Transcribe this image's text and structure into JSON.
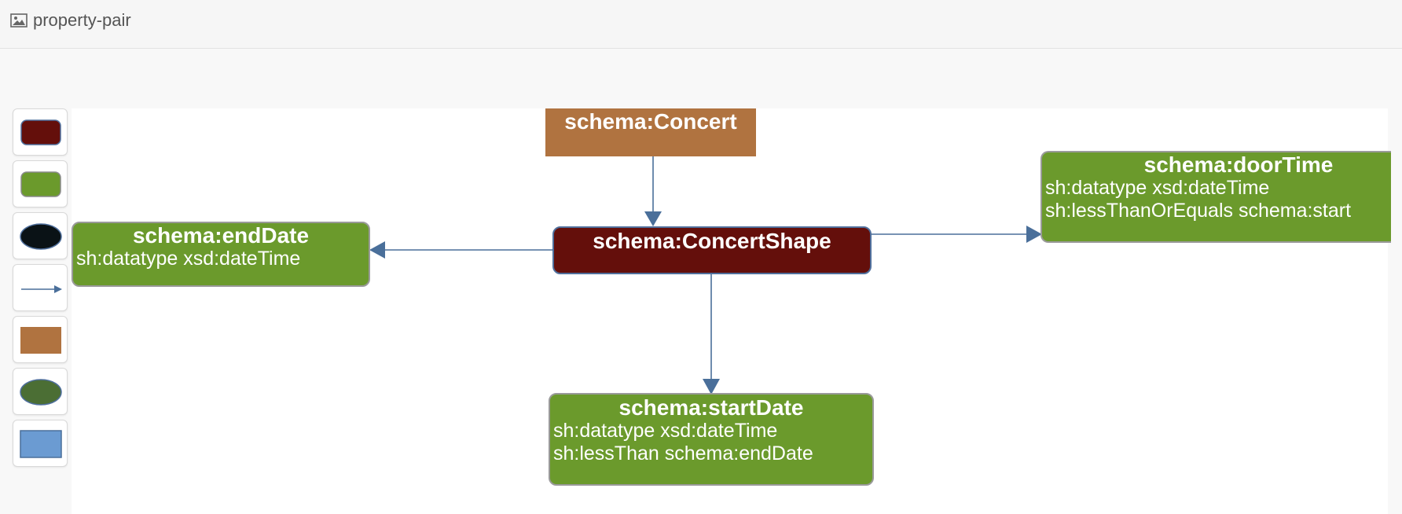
{
  "header": {
    "title": "property-pair",
    "icon": "image-icon"
  },
  "palette": {
    "items": [
      {
        "name": "palette-shape-node",
        "icon": "rounded-rect-icon",
        "fill": "#640f0b"
      },
      {
        "name": "palette-property-node",
        "icon": "rounded-rect-icon",
        "fill": "#6b9a2c"
      },
      {
        "name": "palette-black-ellipse",
        "icon": "ellipse-icon",
        "fill": "#0a1216"
      },
      {
        "name": "palette-edge",
        "icon": "arrow-icon",
        "fill": "#4a6f9a"
      },
      {
        "name": "palette-class-node",
        "icon": "rect-icon",
        "fill": "#b07340"
      },
      {
        "name": "palette-green-ellipse",
        "icon": "ellipse-icon",
        "fill": "#4b6e34"
      },
      {
        "name": "palette-blue-rect",
        "icon": "rect-icon",
        "fill": "#6b9bd2"
      }
    ]
  },
  "colors": {
    "shape": "#640f0b",
    "property": "#6b9a2c",
    "class": "#b07340",
    "edge": "#4a6f9a"
  },
  "diagram": {
    "concert": {
      "title": "schema:Concert"
    },
    "concert_shape": {
      "title": "schema:ConcertShape"
    },
    "end_date": {
      "title": "schema:endDate",
      "lines": [
        "sh:datatype xsd:dateTime"
      ]
    },
    "start_date": {
      "title": "schema:startDate",
      "lines": [
        "sh:datatype xsd:dateTime",
        "sh:lessThan schema:endDate"
      ]
    },
    "door_time": {
      "title": "schema:doorTime",
      "lines": [
        "sh:datatype xsd:dateTime",
        "sh:lessThanOrEquals schema:start"
      ]
    }
  }
}
